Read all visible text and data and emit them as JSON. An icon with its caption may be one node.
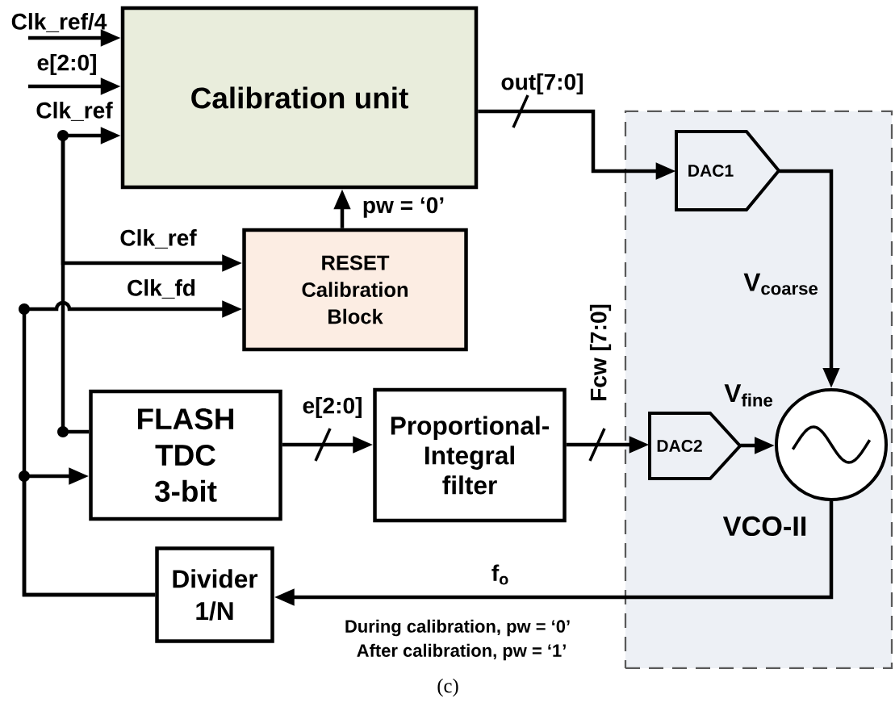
{
  "diagram": {
    "caption": "(c)",
    "nodes": [
      {
        "text": [
          "Calibration unit"
        ]
      },
      {
        "text": [
          "RESET Calibration Block"
        ]
      },
      {
        "text": [
          "FLASH TDC 3-bit"
        ]
      },
      {
        "text": [
          "Proportional- Integral filter"
        ]
      },
      {
        "text": [
          "Divider 1/N"
        ]
      },
      {
        "text": [
          "VCO-II"
        ]
      },
      {
        "text": [
          "DAC1"
        ],
        "in": 5
      },
      {
        "text": [
          "DAC2"
        ],
        "in": 5
      },
      {
        "text": [],
        "shape": "circle",
        "in": 5
      }
    ],
    "edges": [
      {
        "from": null,
        "to": 0,
        "arrow": "to",
        "label": "Clk_ref/4"
      },
      {
        "from": null,
        "to": 0,
        "arrow": "to",
        "label": "e[2:0]"
      },
      {
        "from": null,
        "to": 0,
        "arrow": "to",
        "label": "Clk_ref"
      },
      {
        "from": null,
        "to": 1,
        "arrow": "to",
        "label": "Clk_ref"
      },
      {
        "from": null,
        "to": 2,
        "arrow": "other"
      },
      {
        "from": 4,
        "to": 1,
        "arrow": "to",
        "label": "Clk_fd"
      },
      {
        "from": 4,
        "to": 2,
        "arrow": "to"
      },
      {
        "from": 1,
        "to": 0,
        "arrow": "to",
        "label": "pw = ‘0’"
      },
      {
        "from": 0,
        "to": 6,
        "arrow": "to",
        "label": "out[7:0]"
      },
      {
        "from": 2,
        "to": 3,
        "arrow": "to",
        "label": "e[2:0]"
      },
      {
        "from": 3,
        "to": 7,
        "arrow": "to",
        "label": "Fcw [7:0]"
      },
      {
        "from": 6,
        "to": 8,
        "arrow": "to",
        "label": "V$_{coarse}$"
      },
      {
        "from": 7,
        "to": 8,
        "arrow": "to",
        "label": "V$_{fine}$"
      },
      {
        "from": 8,
        "to": 4,
        "arrow": "to",
        "label": "f$_{o}$"
      }
    ],
    "labels": [
      "During calibration, pw = ‘0’",
      "After calibration, pw = ‘1’"
    ]
  }
}
